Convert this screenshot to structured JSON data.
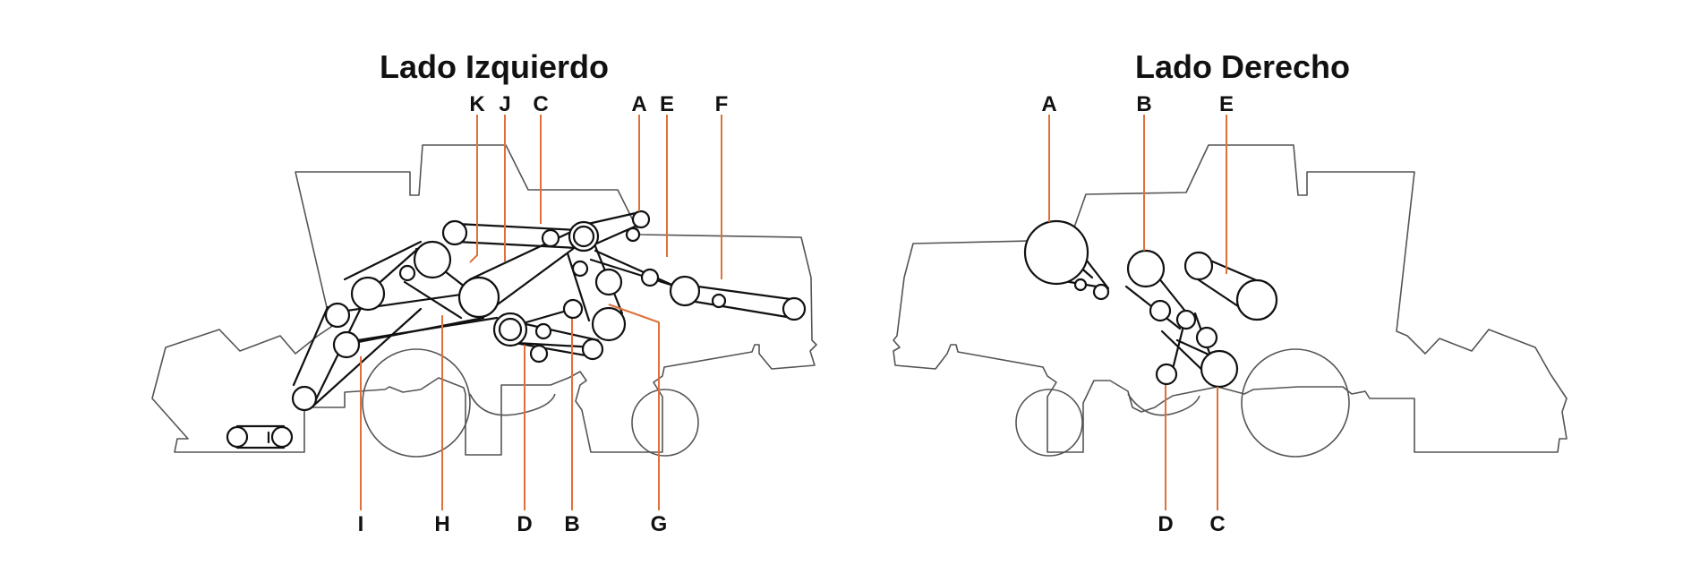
{
  "left_side": {
    "title": "Lado Izquierdo",
    "labels": {
      "K": "K",
      "J": "J",
      "C": "C",
      "A": "A",
      "E": "E",
      "F": "F",
      "I": "I",
      "H": "H",
      "D": "D",
      "B": "B",
      "G": "G"
    }
  },
  "right_side": {
    "title": "Lado Derecho",
    "labels": {
      "A": "A",
      "B": "B",
      "E": "E",
      "D": "D",
      "C": "C"
    }
  },
  "colors": {
    "leader_line": "#e0703a",
    "belt": "#111111",
    "outline": "#555555"
  }
}
